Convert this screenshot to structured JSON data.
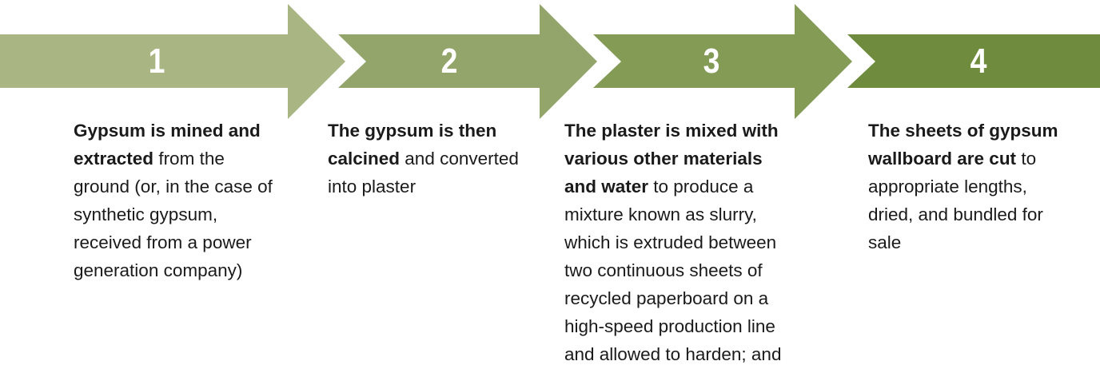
{
  "steps": [
    {
      "number": "1",
      "bold": "Gypsum is mined and extracted",
      "text": " from the ground (or, in the case of synthetic gypsum, received from a power generation company)",
      "color": "#a9b583"
    },
    {
      "number": "2",
      "bold": "The gypsum is then calcined",
      "text": " and converted into plaster",
      "color": "#94a56b"
    },
    {
      "number": "3",
      "bold": "The plaster is mixed with various other materials and water",
      "text": " to produce a mixture known as slurry, which is extruded between two continuous sheets of recycled paperboard on a high-speed production line and allowed to harden; and",
      "color": "#839b55"
    },
    {
      "number": "4",
      "bold": "The sheets of gypsum wallboard are cut",
      "text": " to appropriate lengths, dried, and bundled for sale",
      "color": "#6f8c3e"
    }
  ]
}
